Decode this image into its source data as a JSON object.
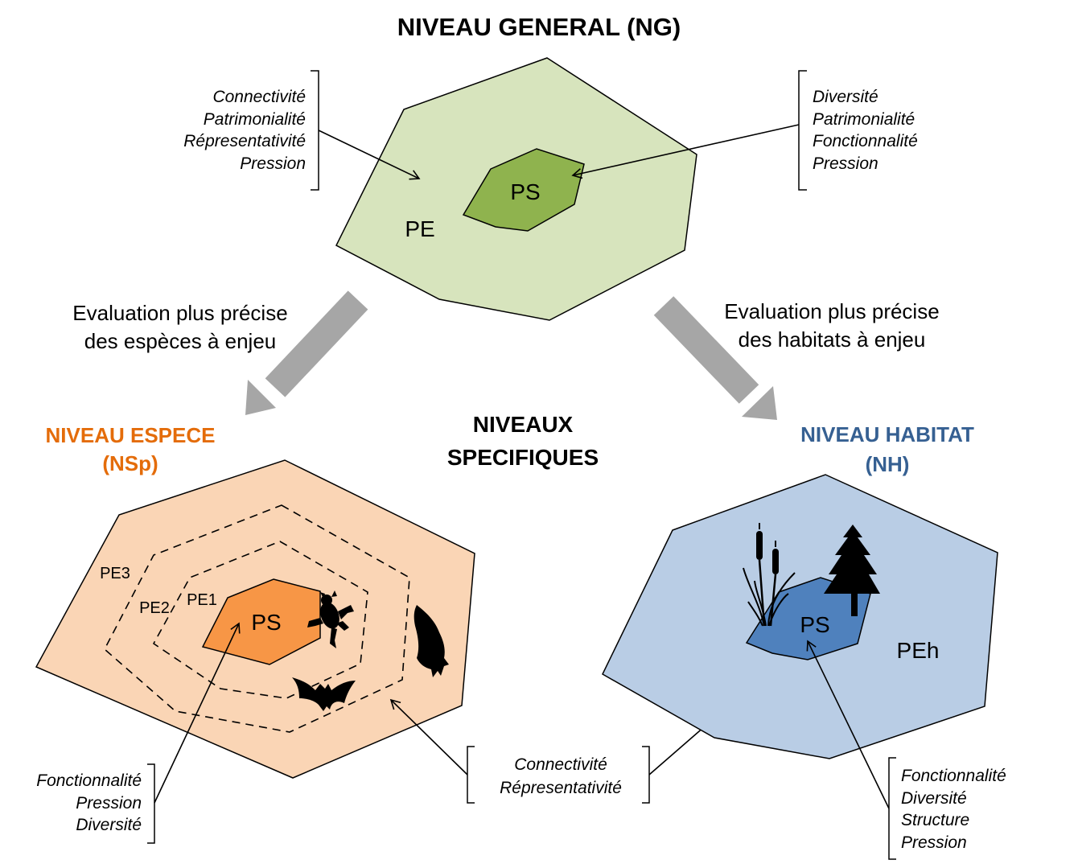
{
  "colors": {
    "general_outer": "#d7e4bd",
    "general_core": "#8fb34e",
    "species_outer": "#fad5b5",
    "species_core": "#f79646",
    "habitat_outer": "#b9cde5",
    "habitat_core": "#4f81bd",
    "arrow_gray": "#a6a6a6",
    "species_title": "#e46c0a",
    "habitat_title": "#366092"
  },
  "titles": {
    "general": "NIVEAU GENERAL (NG)",
    "species_line1": "NIVEAU ESPECE",
    "species_line2": "(NSp)",
    "specific_line1": "NIVEAUX",
    "specific_line2": "SPECIFIQUES",
    "habitat_line1": "NIVEAU HABITAT",
    "habitat_line2": "(NH)"
  },
  "transitions": {
    "left_line1": "Evaluation plus précise",
    "left_line2": "des espèces à enjeu",
    "right_line1": "Evaluation plus précise",
    "right_line2": "des habitats à enjeu"
  },
  "general": {
    "pe": "PE",
    "ps": "PS",
    "left_criteria": [
      "Connectivité",
      "Patrimonialité",
      "Répresentativité",
      "Pression"
    ],
    "right_criteria": [
      "Diversité",
      "Patrimonialité",
      "Fonctionnalité",
      "Pression"
    ]
  },
  "species": {
    "ps": "PS",
    "pe1": "PE1",
    "pe2": "PE2",
    "pe3": "PE3",
    "left_criteria": [
      "Fonctionnalité",
      "Pression",
      "Diversité"
    ]
  },
  "shared": {
    "criteria": [
      "Connectivité",
      "Répresentativité"
    ]
  },
  "habitat": {
    "ps": "PS",
    "peh": "PEh",
    "criteria": [
      "Fonctionnalité",
      "Diversité",
      "Structure",
      "Pression"
    ]
  }
}
